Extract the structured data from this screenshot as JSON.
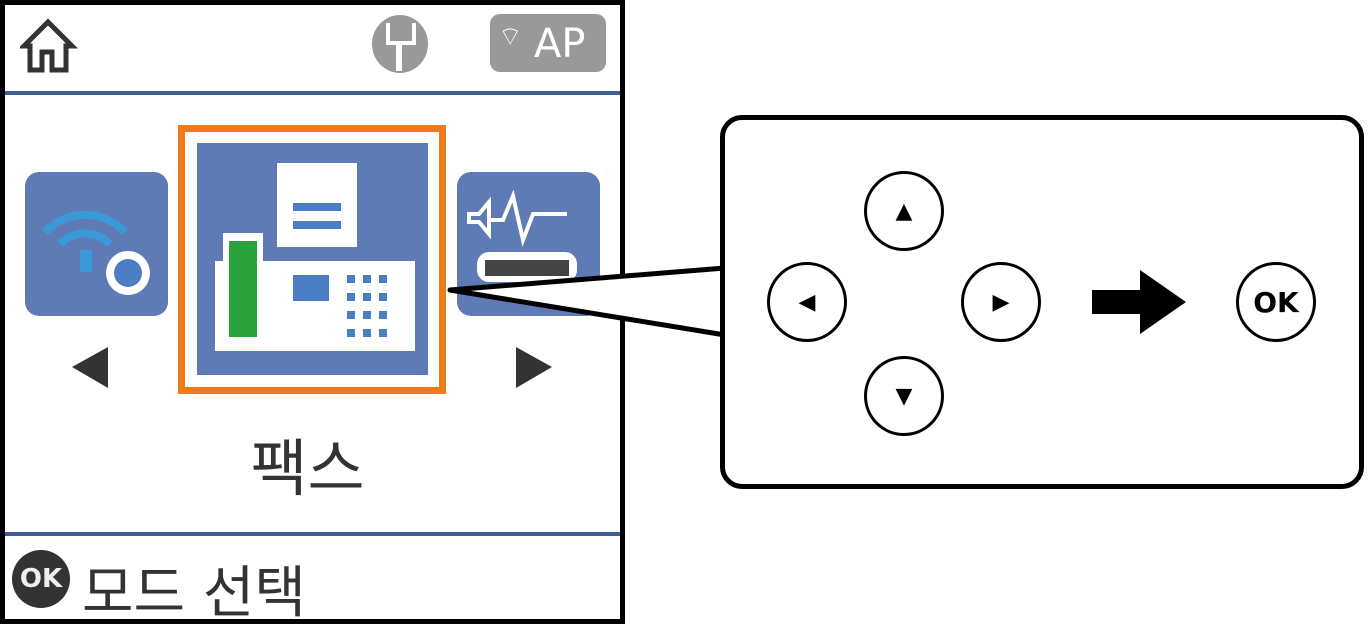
{
  "status_bar": {
    "icons": [
      "home-icon",
      "memory-card-icon",
      "wifi-ap-icon"
    ],
    "ap_label": "AP"
  },
  "menu": {
    "items": [
      {
        "name": "wifi-settings",
        "icon": "wifi-gear-icon"
      },
      {
        "name": "fax",
        "icon": "fax-icon",
        "selected": true
      },
      {
        "name": "sound",
        "icon": "speaker-wave-icon"
      }
    ],
    "selected_label": "팩스"
  },
  "footer": {
    "ok_label": "OK",
    "hint": "모드 선택"
  },
  "control_panel": {
    "up": "▲",
    "down": "▼",
    "left": "◀",
    "right": "▶",
    "ok": "OK"
  },
  "colors": {
    "accent": "#ef7a1b",
    "tile": "#5e7bb6",
    "divider": "#3f5f94",
    "handset": "#2aa13a"
  }
}
